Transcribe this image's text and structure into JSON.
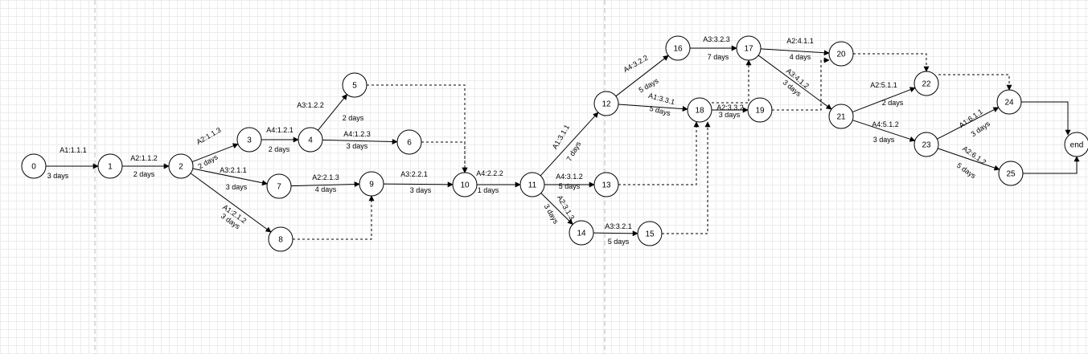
{
  "nodes": [
    {
      "id": "0",
      "label": "0"
    },
    {
      "id": "1",
      "label": "1"
    },
    {
      "id": "2",
      "label": "2"
    },
    {
      "id": "3",
      "label": "3"
    },
    {
      "id": "4",
      "label": "4"
    },
    {
      "id": "5",
      "label": "5"
    },
    {
      "id": "6",
      "label": "6"
    },
    {
      "id": "7",
      "label": "7"
    },
    {
      "id": "8",
      "label": "8"
    },
    {
      "id": "9",
      "label": "9"
    },
    {
      "id": "10",
      "label": "10"
    },
    {
      "id": "11",
      "label": "11"
    },
    {
      "id": "12",
      "label": "12"
    },
    {
      "id": "13",
      "label": "13"
    },
    {
      "id": "14",
      "label": "14"
    },
    {
      "id": "15",
      "label": "15"
    },
    {
      "id": "16",
      "label": "16"
    },
    {
      "id": "17",
      "label": "17"
    },
    {
      "id": "18",
      "label": "18"
    },
    {
      "id": "19",
      "label": "19"
    },
    {
      "id": "20",
      "label": "20"
    },
    {
      "id": "21",
      "label": "21"
    },
    {
      "id": "22",
      "label": "22"
    },
    {
      "id": "23",
      "label": "23"
    },
    {
      "id": "24",
      "label": "24"
    },
    {
      "id": "25",
      "label": "25"
    },
    {
      "id": "end",
      "label": "end"
    }
  ],
  "activities": [
    {
      "from": "0",
      "to": "1",
      "name": "A1:1.1.1",
      "duration": "3 days"
    },
    {
      "from": "1",
      "to": "2",
      "name": "A2:1.1.2",
      "duration": "2 days"
    },
    {
      "from": "2",
      "to": "3",
      "name": "A2:1.1.3",
      "duration": "2 days"
    },
    {
      "from": "3",
      "to": "4",
      "name": "A4:1.2.1",
      "duration": "2 days"
    },
    {
      "from": "4",
      "to": "5",
      "name": "A3:1.2.2",
      "duration": "2 days"
    },
    {
      "from": "4",
      "to": "6",
      "name": "A4:1.2.3",
      "duration": "3 days"
    },
    {
      "from": "2",
      "to": "7",
      "name": "A3:2.1.1",
      "duration": "3 days"
    },
    {
      "from": "2",
      "to": "8",
      "name": "A1:2.1.2",
      "duration": "3 days"
    },
    {
      "from": "7",
      "to": "9",
      "name": "A2:2.1.3",
      "duration": "4 days"
    },
    {
      "from": "9",
      "to": "10",
      "name": "A3:2.2.1",
      "duration": "3 days"
    },
    {
      "from": "10",
      "to": "11",
      "name": "A4:2.2.2",
      "duration": "1 days"
    },
    {
      "from": "11",
      "to": "12",
      "name": "A1:3.1.1",
      "duration": "7 days"
    },
    {
      "from": "11",
      "to": "13",
      "name": "A4:3.1.2",
      "duration": "5 days"
    },
    {
      "from": "11",
      "to": "14",
      "name": "A2:3.1.3",
      "duration": "3 days"
    },
    {
      "from": "12",
      "to": "16",
      "name": "A4:3.2.2",
      "duration": "5 days"
    },
    {
      "from": "12",
      "to": "18",
      "name": "A1:3.3.1",
      "duration": "5 days"
    },
    {
      "from": "14",
      "to": "15",
      "name": "A3:3.2.1",
      "duration": "5 days"
    },
    {
      "from": "16",
      "to": "17",
      "name": "A3:3.2.3",
      "duration": "7 days"
    },
    {
      "from": "18",
      "to": "19",
      "name": "A2:3.3.2",
      "duration": "3 days"
    },
    {
      "from": "17",
      "to": "20",
      "name": "A2:4.1.1",
      "duration": "4 days"
    },
    {
      "from": "17",
      "to": "21",
      "name": "A3:4.1.2",
      "duration": "3 days"
    },
    {
      "from": "21",
      "to": "22",
      "name": "A2:5.1.1",
      "duration": "2 days"
    },
    {
      "from": "21",
      "to": "23",
      "name": "A4:5.1.2",
      "duration": "3 days"
    },
    {
      "from": "23",
      "to": "24",
      "name": "A1:6.1.1",
      "duration": "3 days"
    },
    {
      "from": "23",
      "to": "25",
      "name": "A2:6.1.2",
      "duration": "5 days"
    }
  ],
  "dummies": [
    {
      "from": "5",
      "to": "10"
    },
    {
      "from": "6",
      "to": "10"
    },
    {
      "from": "8",
      "to": "9"
    },
    {
      "from": "13",
      "to": "18"
    },
    {
      "from": "15",
      "to": "18"
    },
    {
      "from": "18",
      "to": "17"
    },
    {
      "from": "19",
      "to": "20"
    },
    {
      "from": "20",
      "to": "22"
    },
    {
      "from": "22",
      "to": "24"
    },
    {
      "from": "24",
      "to": "end"
    },
    {
      "from": "25",
      "to": "end"
    }
  ]
}
